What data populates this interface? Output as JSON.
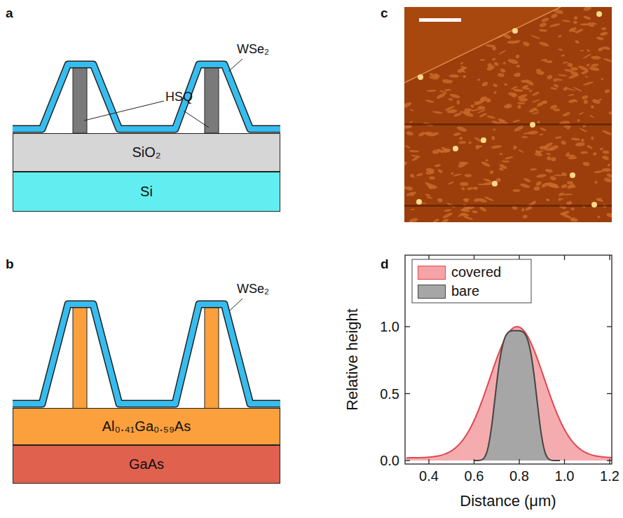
{
  "diagram": {
    "nodes": [
      {
        "text": [
          "SiO₂"
        ]
      },
      {
        "text": [
          "Si"
        ]
      },
      {
        "text": [
          "Al₀.₄₁Ga₀.₅₉As"
        ]
      },
      {
        "text": [
          "GaAs"
        ]
      }
    ],
    "edges": [],
    "labels": [
      "a",
      "WSe₂",
      "HSQ",
      "b",
      "WSe₂",
      "c",
      "d",
      "1.0",
      "0.5",
      "0.0",
      "Relative height",
      "0.4",
      "0.6",
      "0.8",
      "1.0",
      "1.2",
      "Distance (μm)"
    ],
    "legend": [
      {
        "text": "covered",
        "color": "#f4a3a6"
      },
      {
        "text": "bare",
        "color": "#a6a6a6"
      }
    ]
  }
}
